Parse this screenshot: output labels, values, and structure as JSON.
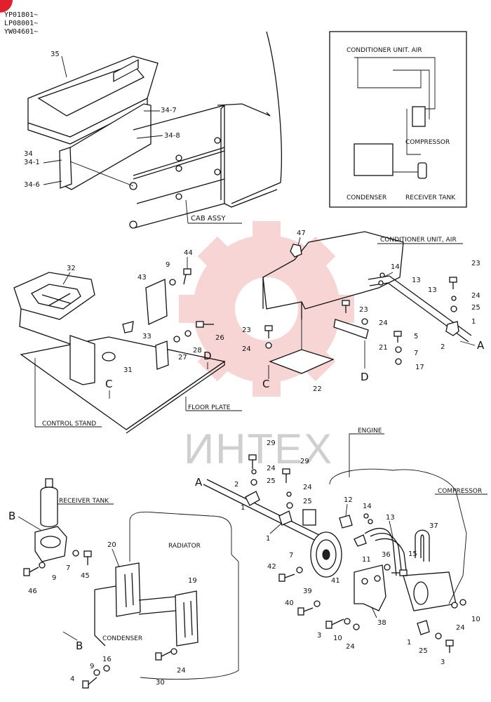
{
  "serials": [
    "YP01801~",
    "LP08001~",
    "YW04601~"
  ],
  "watermark": "ИНТЕХ",
  "colors": {
    "watermark_gear": "#f3b3b3",
    "watermark_text": "#cfcfcf",
    "ink": "#111111",
    "corner_badge": "#e0202b"
  },
  "assemblies": {
    "conditioner_unit_air_inset": "CONDITIONER UNIT. AIR",
    "compressor_inset": "COMPRESSOR",
    "condenser_inset": "CONDENSER",
    "receiver_tank_inset": "RECEIVER TANK",
    "cab_assy": "CAB ASSY",
    "conditioner_unit_air": "CONDITIONER UNIT, AIR",
    "floor_plate": "FLOOR PLATE",
    "control_stand": "CONTROL STAND",
    "engine": "ENGINE",
    "compressor": "COMPRESSOR",
    "receiver_tank": "RECEIVER TANK",
    "radiator": "RADIATOR",
    "condenser": "CONDENSER"
  },
  "view_letters": {
    "a": "A",
    "b": "B",
    "c": "C",
    "d": "D"
  },
  "callouts": {
    "p35": "35",
    "p34_7": "34-7",
    "p34_8": "34-8",
    "p34": "34",
    "p34_1": "34-1",
    "p34_6": "34-6",
    "p47": "47",
    "p44": "44",
    "p9a": "9",
    "p32": "32",
    "p43": "43",
    "p33": "33",
    "p31": "31",
    "p27": "27",
    "p28": "28",
    "p26": "26",
    "p14a": "14",
    "p13a": "13",
    "p13b": "13",
    "p23a": "23",
    "p23b": "23",
    "p23c": "23",
    "p24a": "24",
    "p24b": "24",
    "p24c": "24",
    "p25a": "25",
    "p1a": "1",
    "p2a": "2",
    "p21": "21",
    "p5": "5",
    "p7a": "7",
    "p17": "17",
    "p22": "22",
    "p29a": "29",
    "p29b": "29",
    "p24d": "24",
    "p24e": "24",
    "p25b": "25",
    "p25c": "25",
    "p2b": "2",
    "p1b": "1",
    "p1c": "1",
    "p12": "12",
    "p14b": "14",
    "p13c": "13",
    "p37": "37",
    "p11": "11",
    "p36": "36",
    "p15": "15",
    "p7b": "7",
    "p42": "42",
    "p41": "41",
    "p39": "39",
    "p40": "40",
    "p38": "38",
    "p3a": "3",
    "p10a": "10",
    "p24f": "24",
    "p24g": "24",
    "p10b": "10",
    "p1d": "1",
    "p25d": "25",
    "p3b": "3",
    "p7c": "7",
    "p45": "45",
    "p9b": "9",
    "p46": "46",
    "p20": "20",
    "p19": "19",
    "p16": "16",
    "p9c": "9",
    "p4": "4",
    "p30": "30",
    "p24h": "24"
  }
}
